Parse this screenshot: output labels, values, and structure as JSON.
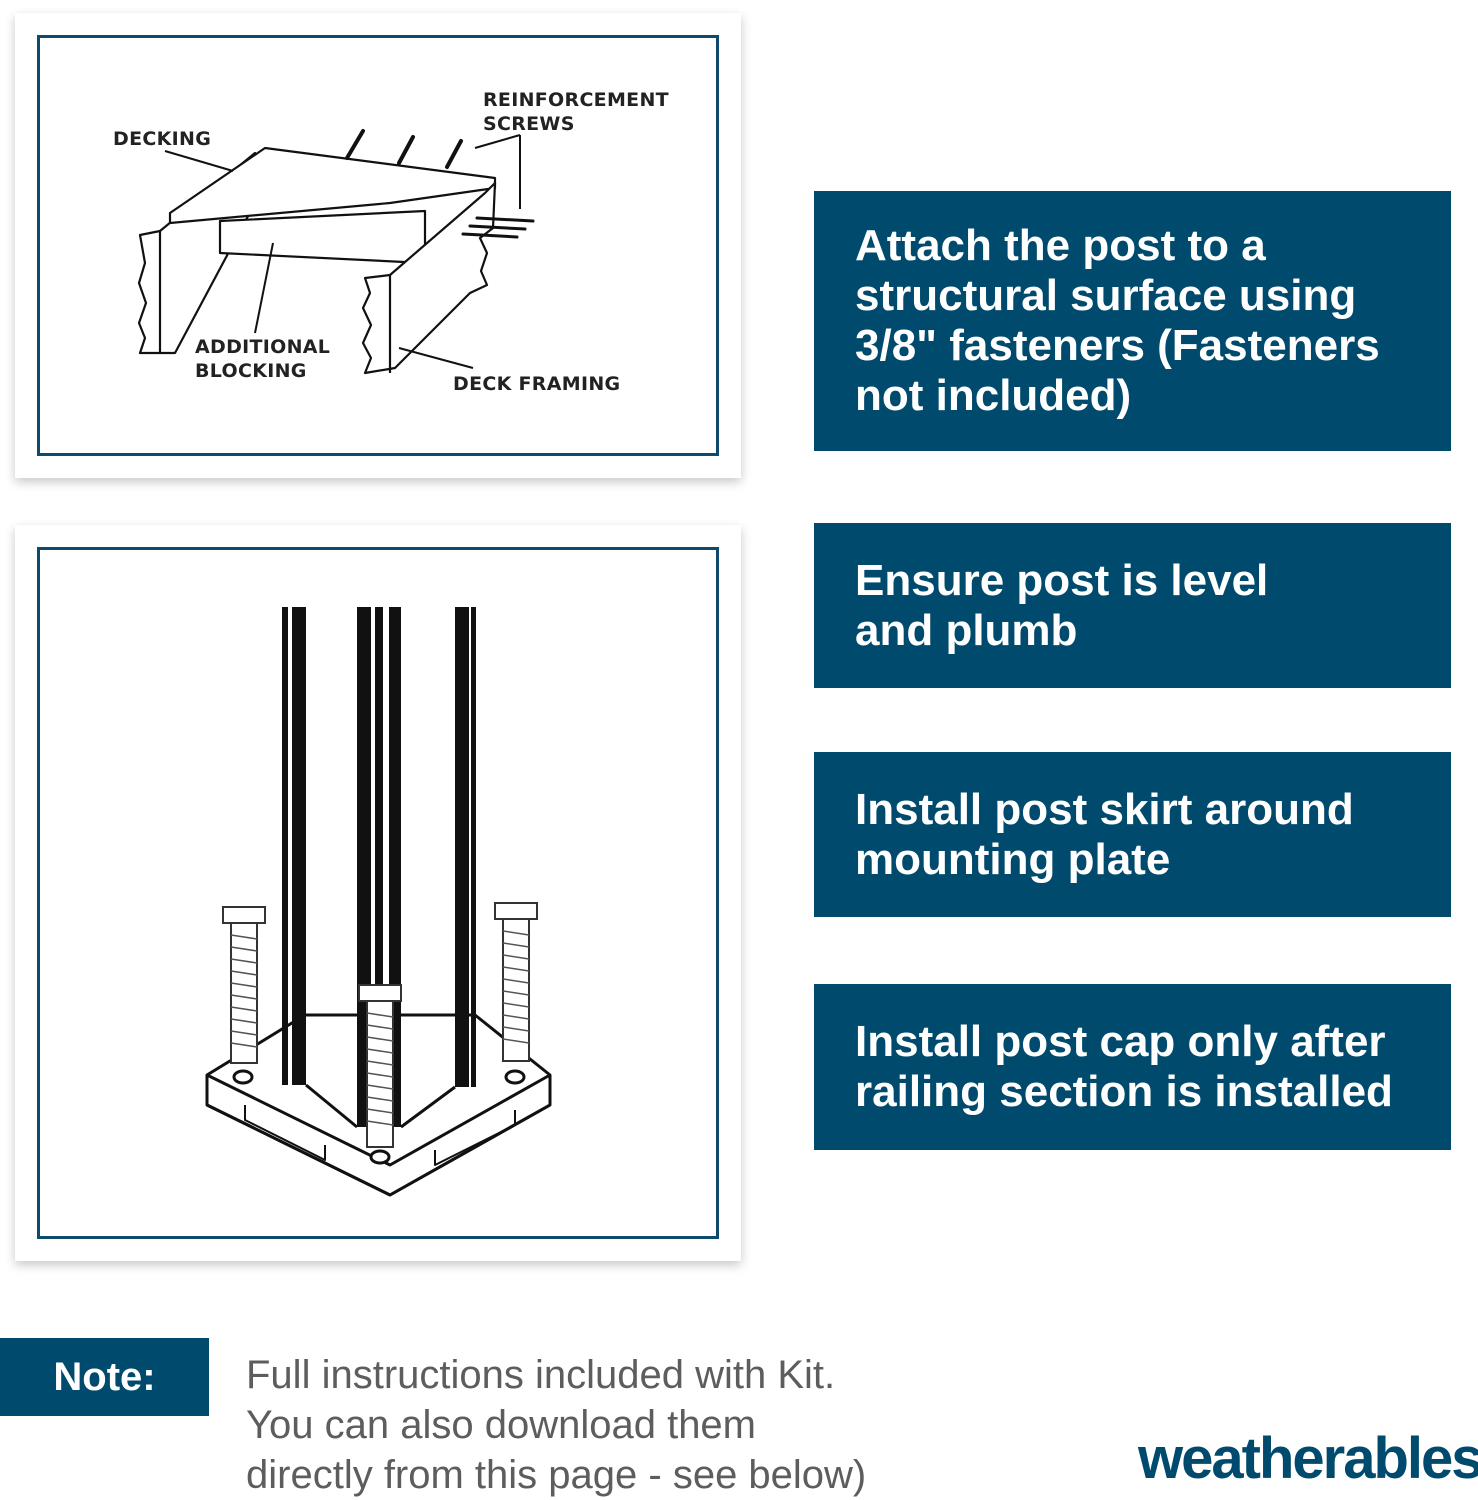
{
  "diagram_top": {
    "labels": {
      "decking": "DECKING",
      "reinforcement_line1": "REINFORCEMENT",
      "reinforcement_line2": "SCREWS",
      "blocking_line1": "ADDITIONAL",
      "blocking_line2": "BLOCKING",
      "deck_framing": "DECK FRAMING"
    }
  },
  "steps": [
    {
      "text": "Attach the post to a\nstructural surface using\n3/8\" fasteners (Fasteners\nnot included)"
    },
    {
      "text": "Ensure post is level\nand plumb"
    },
    {
      "text": "Install post skirt around\nmounting plate"
    },
    {
      "text": "Install post cap only after\nrailing section is installed"
    }
  ],
  "note": {
    "label": "Note:",
    "text": "Full instructions included with Kit.\nYou can also download them\ndirectly from this page - see below)"
  },
  "brand": {
    "name": "weatherables",
    "registered_mark": "®"
  },
  "colors": {
    "accent": "#004a6d",
    "frame": "#0e4a6e",
    "note_text": "#5d5d5d"
  }
}
